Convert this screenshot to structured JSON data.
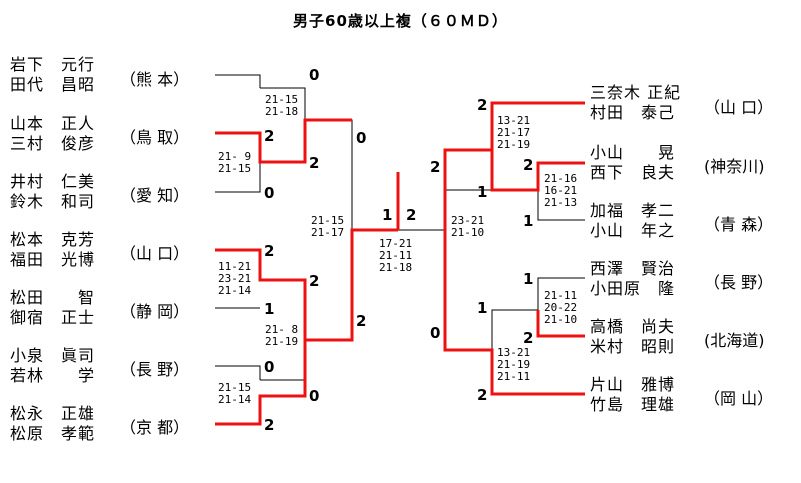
{
  "title": "男子60歳以上複（６０ＭＤ）",
  "colors": {
    "winner": "#ee1111",
    "line": "#000000"
  },
  "left_pairs": [
    {
      "p1": "岩下　元行",
      "p2": "田代　昌昭",
      "pref": "（熊 本）"
    },
    {
      "p1": "山本　正人",
      "p2": "三村　俊彦",
      "pref": "（鳥 取）"
    },
    {
      "p1": "井村　仁美",
      "p2": "鈴木　和司",
      "pref": "（愛 知）"
    },
    {
      "p1": "松本　克芳",
      "p2": "福田　光博",
      "pref": "（山 口）"
    },
    {
      "p1": "松田　　智",
      "p2": "御宿　正士",
      "pref": "（静 岡）"
    },
    {
      "p1": "小泉　眞司",
      "p2": "若林　　学",
      "pref": "（長 野）"
    },
    {
      "p1": "松永　正雄",
      "p2": "松原　孝範",
      "pref": "（京 都）"
    }
  ],
  "right_pairs": [
    {
      "p1": "三奈木 正紀",
      "p2": "村田　泰己",
      "pref": "（山 口）"
    },
    {
      "p1": "小山　　晃",
      "p2": "西下　良夫",
      "pref": "(神奈川)"
    },
    {
      "p1": "加福　孝二",
      "p2": "小山　年之",
      "pref": "（青 森）"
    },
    {
      "p1": "西澤　賢治",
      "p2": "小田原　隆",
      "pref": "（長 野）"
    },
    {
      "p1": "高橋　尚夫",
      "p2": "米村　昭則",
      "pref": "(北海道)"
    },
    {
      "p1": "片山　雅博",
      "p2": "竹島　理雄",
      "pref": "（岡 山）"
    }
  ],
  "scores": {
    "l1": "0",
    "l2": "2",
    "l3": "0",
    "l4": "2",
    "l5": "1",
    "l6": "0",
    "l7": "2",
    "l12": "0",
    "l23": "2",
    "l45": "2",
    "l67": "0",
    "ltop": "0",
    "lbot": "2",
    "lfinal": "1",
    "rfinal": "2",
    "rtop": "2",
    "rbot": "0",
    "r1": "2",
    "r23": "1",
    "r2": "2",
    "r3": "1",
    "r45": "1",
    "r4": "1",
    "r5": "2",
    "r6": "2"
  },
  "games": {
    "l1_l23": "21-15\n21-18",
    "l2_l3": "21- 9\n21-15",
    "l4_l5": "11-21\n23-21\n21-14",
    "l45_l67": "21- 8\n21-19",
    "l6_l7": "21-15\n21-14",
    "left_semi": "21-15\n21-17",
    "final": "17-21\n21-11\n21-18",
    "right_semi": "23-21\n21-10",
    "r1_r23": "13-21\n21-17\n21-19",
    "r2_r3": "21-16\n16-21\n21-13",
    "r4_r5": "21-11\n20-22\n21-10",
    "r45_r6": "13-21\n21-19\n21-11"
  }
}
